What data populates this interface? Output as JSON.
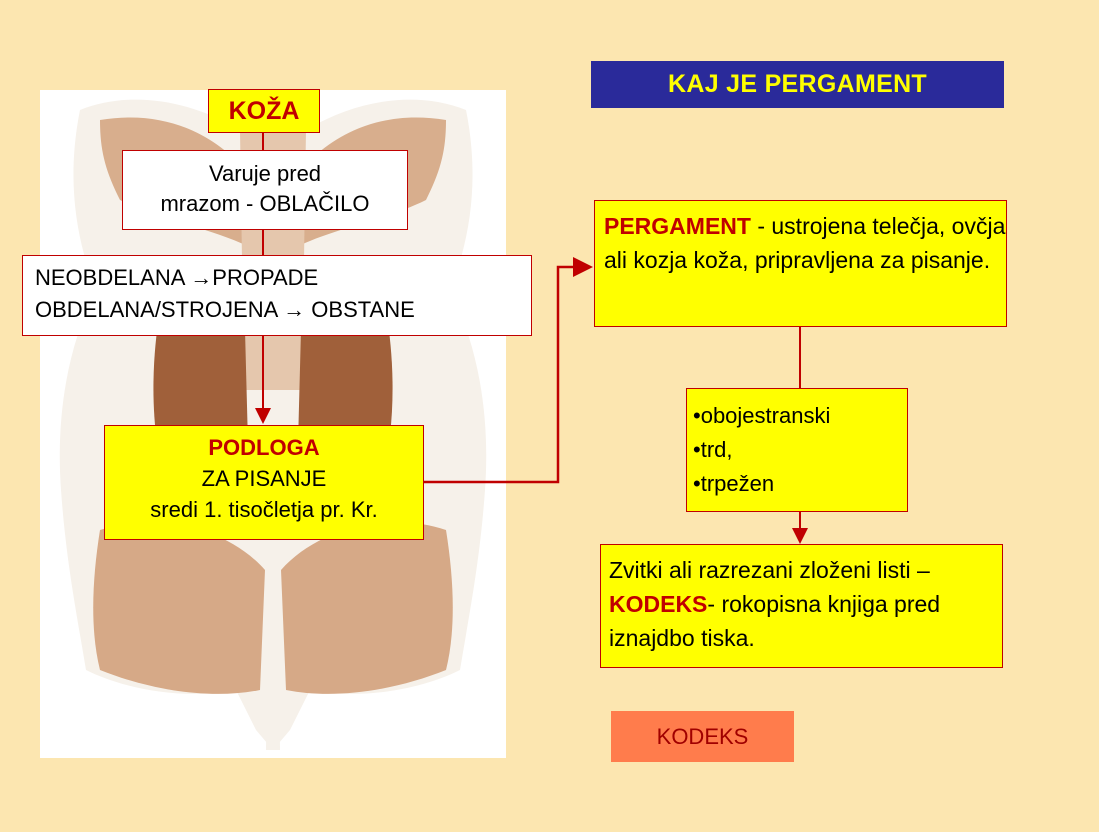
{
  "title": "KAJ JE PERGAMENT",
  "koza": "KOŽA",
  "varuje": [
    "Varuje pred",
    "mrazom - OBLAČILO"
  ],
  "obdelava": [
    "NEOBDELANA →PROPADE",
    "OBDELANA/STROJENA → OBSTANE"
  ],
  "podloga": {
    "keyword": "PODLOGA",
    "line2": "ZA PISANJE",
    "line3": "sredi 1. tisočletja pr. Kr."
  },
  "pergament": {
    "keyword": "PERGAMENT",
    "text": " - ustrojena telečja, ovčja ali kozja koža, pripravljena za pisanje."
  },
  "bullets": [
    "•obojestranski",
    "•trd,",
    "•trpežen"
  ],
  "zvitki": {
    "before": "Zvitki ali razrezani zloženi listi – ",
    "keyword": "KODEKS",
    "after": "- rokopisna knjiga pred iznajdbo tiska."
  },
  "kodeks_button": "KODEKS",
  "colors": {
    "background": "#fce6b0",
    "title_bar": "#2a2a9a",
    "title_text": "#ffff00",
    "box_fill": "#ffff00",
    "accent": "#c00000",
    "button": "#ff7c4c"
  },
  "icons": {
    "pelt": "animal-hide-image"
  }
}
